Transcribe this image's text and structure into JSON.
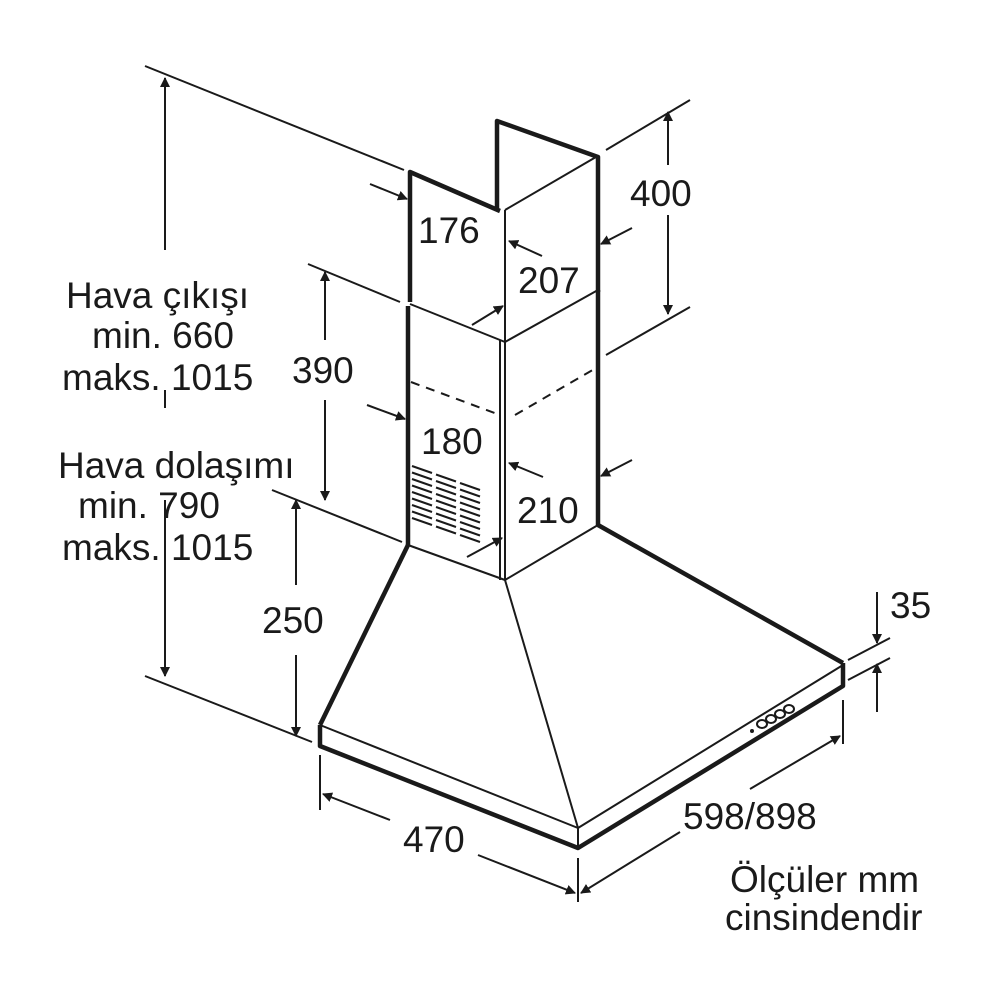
{
  "title": "Cooker hood dimension drawing",
  "dimensions": {
    "chimney_upper_depth": "176",
    "chimney_upper_width": "207",
    "chimney_upper_height": "400",
    "chimney_lower_height": "390",
    "chimney_lower_depth": "180",
    "chimney_lower_width": "210",
    "hood_height": "250",
    "hood_depth": "470",
    "hood_width": "598/898",
    "plate_thickness": "35"
  },
  "air_outlet": {
    "label": "Hava çıkışı",
    "min": "min. 660",
    "max": "maks. 1015"
  },
  "recirculation": {
    "label": "Hava dolaşımı",
    "min": "min. 790",
    "max": "maks. 1015"
  },
  "units_note": [
    "Ölçüler mm",
    "cinsindendir"
  ],
  "color": "#1a1a1a"
}
